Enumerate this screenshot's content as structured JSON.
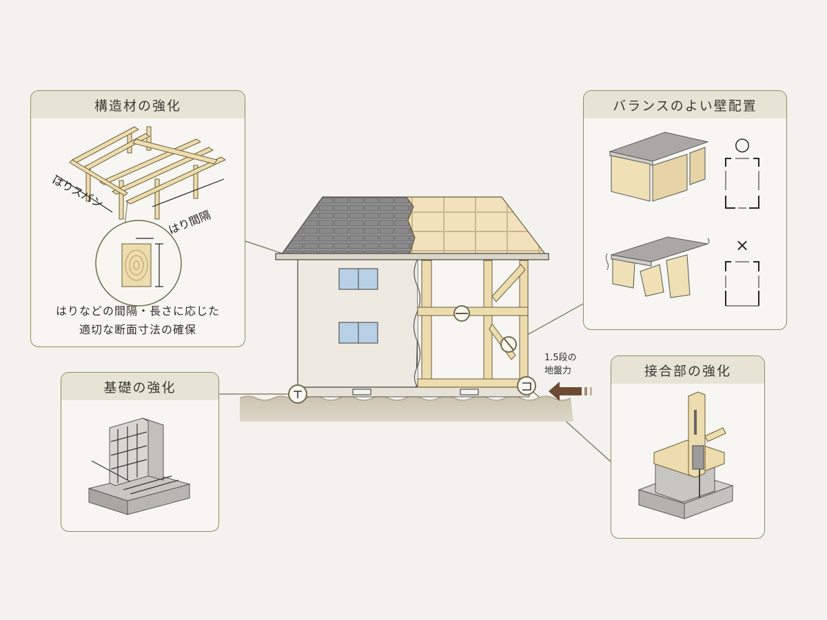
{
  "panels": {
    "structure": {
      "title": "構造材の強化",
      "span_label": "はりスパン",
      "interval_label": "はり間隔",
      "caption_line1": "はりなどの間隔・長さに応じた",
      "caption_line2": "適切な断面寸法の確保"
    },
    "walls": {
      "title": "バランスのよい壁配置",
      "good_mark": "○",
      "bad_mark": "×"
    },
    "foundation": {
      "title": "基礎の強化"
    },
    "joints": {
      "title": "接合部の強化"
    }
  },
  "ground": {
    "line1": "1.5段の",
    "line2": "地盤力"
  },
  "colors": {
    "panel_border": "#8d8a62",
    "panel_header": "#e7e4d6",
    "timber": "#e9d9ad",
    "roof_tiles": "#8e8e8e",
    "ground": "#cfc8b6"
  }
}
